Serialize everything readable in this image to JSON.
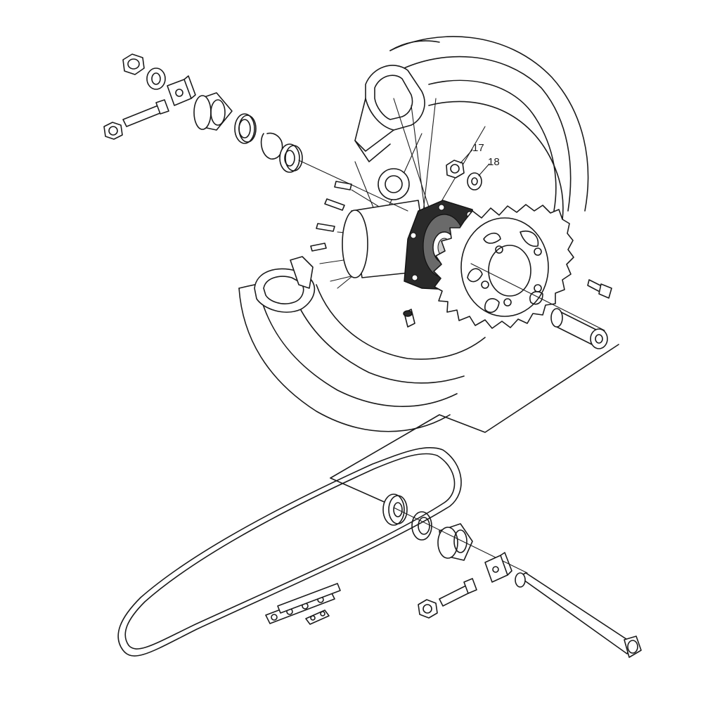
{
  "callouts": [
    {
      "id": "17",
      "label": "17"
    },
    {
      "id": "18",
      "label": "18"
    }
  ],
  "highlight_color": "#2a2a2a",
  "line_color": "#1a1a1a"
}
